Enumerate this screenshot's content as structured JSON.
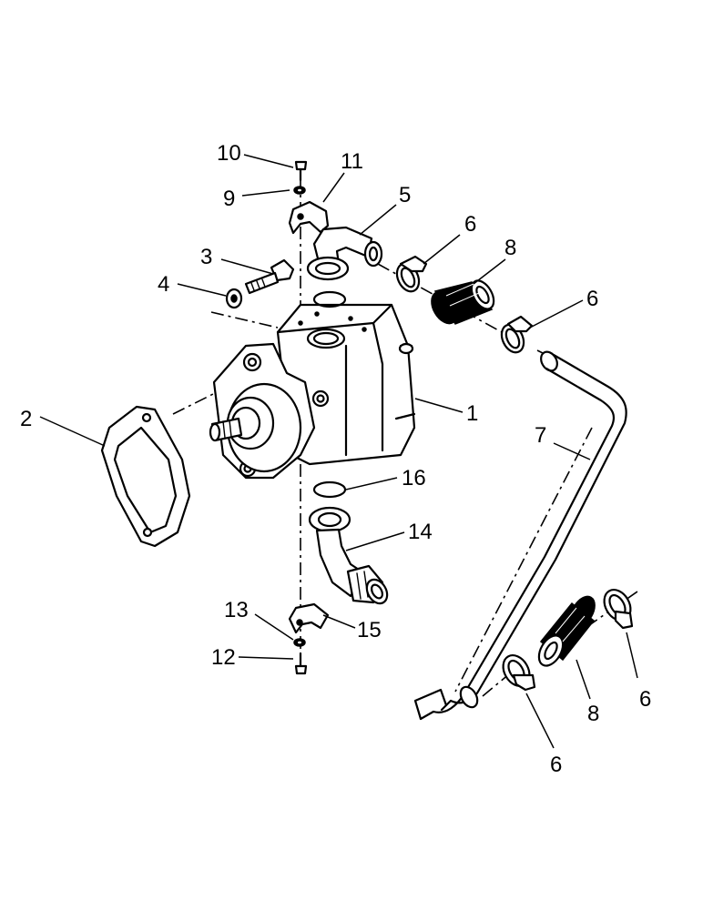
{
  "callouts": {
    "c1": "1",
    "c2": "2",
    "c3": "3",
    "c4": "4",
    "c5": "5",
    "c6a": "6",
    "c6b": "6",
    "c6c": "6",
    "c6d": "6",
    "c7": "7",
    "c8a": "8",
    "c8b": "8",
    "c9": "9",
    "c10": "10",
    "c11": "11",
    "c12": "12",
    "c13": "13",
    "c14": "14",
    "c15": "15",
    "c16": "16"
  }
}
